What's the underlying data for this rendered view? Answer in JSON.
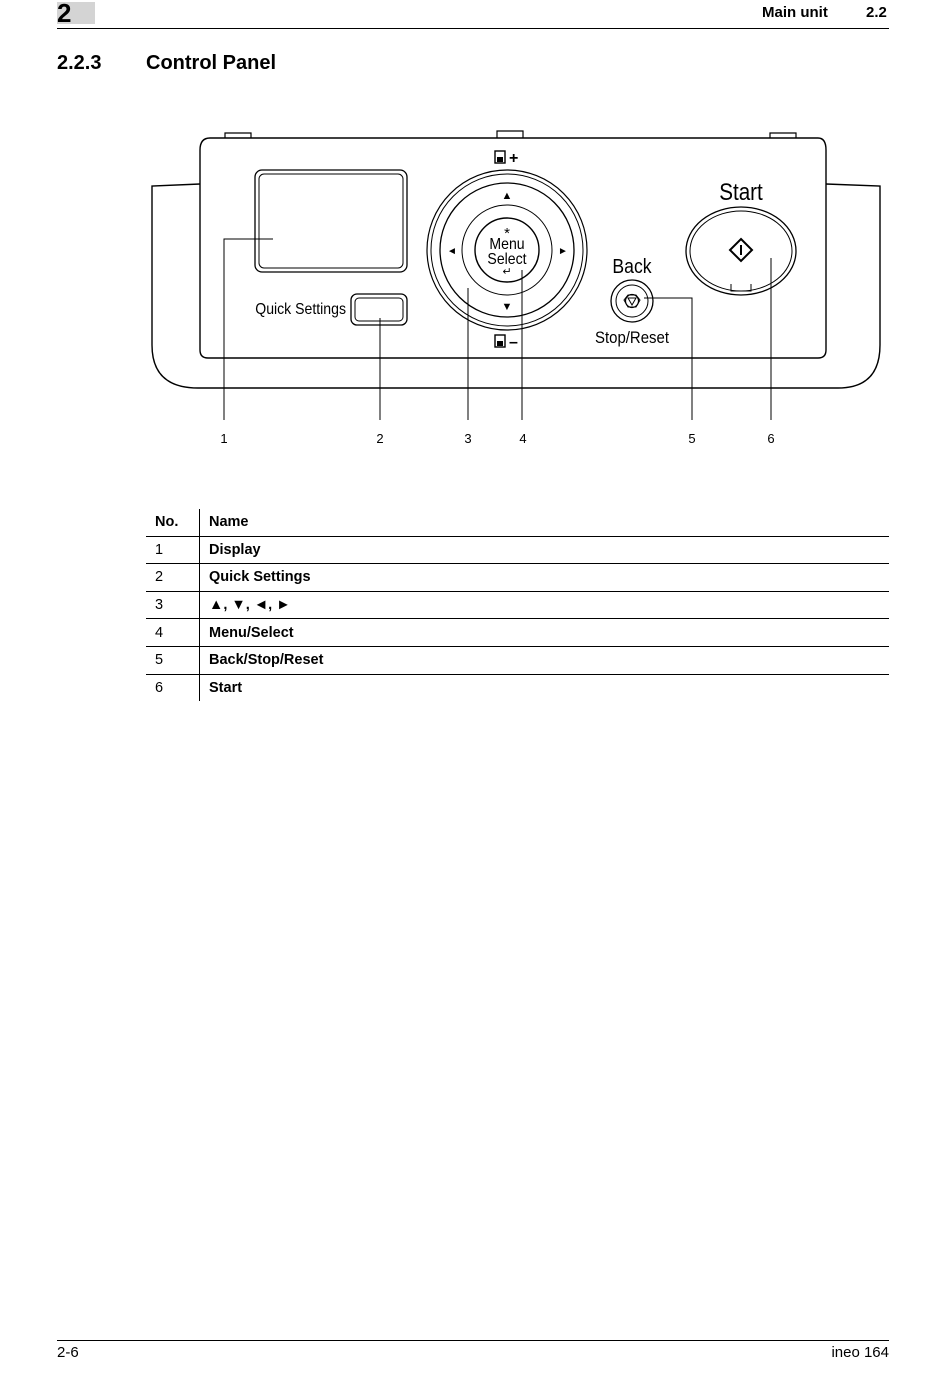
{
  "header": {
    "chapter_number": "2",
    "section_title": "Main unit",
    "section_number": "2.2"
  },
  "section": {
    "number": "2.2.3",
    "title": "Control Panel"
  },
  "panel": {
    "quick_settings_label": "Quick Settings",
    "menu_label": "Menu",
    "select_label": "Select",
    "star_glyph": "*",
    "enter_glyph": "↵",
    "up_arrow": "▲",
    "down_arrow": "▼",
    "left_arrow": "◄",
    "right_arrow": "►",
    "plus_label": "+",
    "minus_label": "–",
    "back_label": "Back",
    "stop_reset_label": "Stop/Reset",
    "start_label": "Start",
    "callouts": [
      "1",
      "2",
      "3",
      "4",
      "5",
      "6"
    ]
  },
  "table": {
    "headers": {
      "no": "No.",
      "name": "Name"
    },
    "rows": [
      {
        "no": "1",
        "name": "Display"
      },
      {
        "no": "2",
        "name": "Quick Settings"
      },
      {
        "no": "3",
        "name": "▲, ▼, ◄, ►"
      },
      {
        "no": "4",
        "name": "Menu/Select"
      },
      {
        "no": "5",
        "name": "Back/Stop/Reset"
      },
      {
        "no": "6",
        "name": "Start"
      }
    ]
  },
  "footer": {
    "page": "2-6",
    "product": "ineo 164"
  }
}
